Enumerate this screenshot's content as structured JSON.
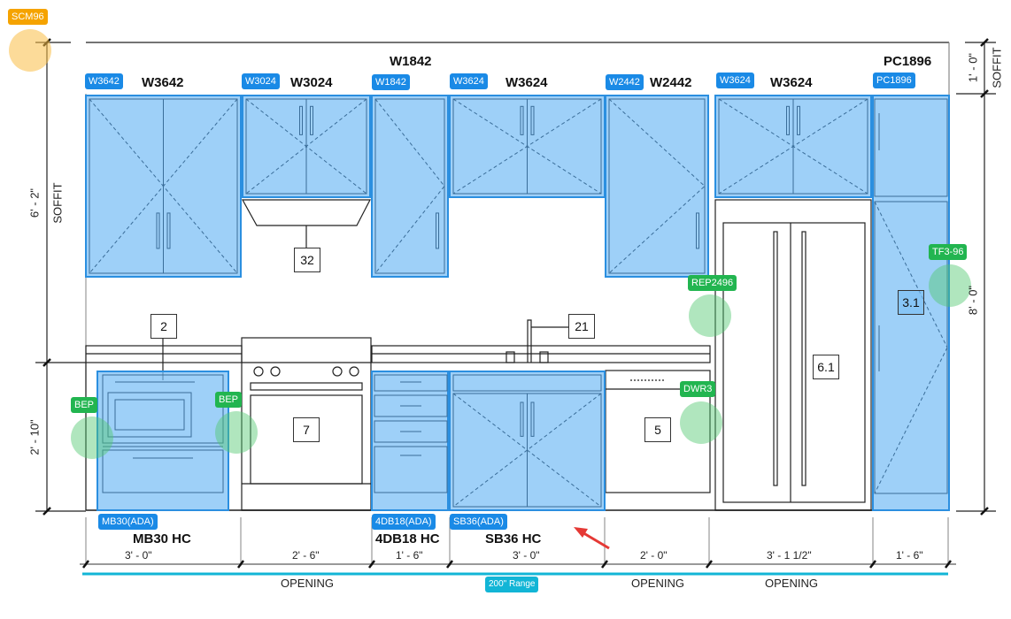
{
  "dimensions_left": {
    "upper": "6' - 2\"",
    "upper_note": "SOFFIT",
    "lower": "2' - 10\""
  },
  "dimensions_right": {
    "soffit": "1' - 0\"",
    "soffit_note": "SOFFIT",
    "height": "8' - 0\""
  },
  "wall_cabinets": [
    {
      "title": "W3642",
      "tag": "W3642"
    },
    {
      "title": "W3024",
      "tag": "W3024"
    },
    {
      "title": "W1842",
      "tag": "W1842"
    },
    {
      "title": "W3624",
      "tag": "W3624"
    },
    {
      "title": "W2442",
      "tag": "W2442"
    },
    {
      "title": "W3624",
      "tag": "W3624"
    },
    {
      "title": "PC1896",
      "tag": "PC1896"
    }
  ],
  "base_cabinets": [
    {
      "title": "MB30 HC",
      "tag": "MB30(ADA)"
    },
    {
      "title": "4DB18 HC",
      "tag": "4DB18(ADA)"
    },
    {
      "title": "SB36 HC",
      "tag": "SB36(ADA)"
    }
  ],
  "callouts": [
    "2",
    "32",
    "21",
    "7",
    "5",
    "6.1",
    "3.1"
  ],
  "accessory_tags": [
    {
      "label": "SCM96",
      "color": "#f5a300"
    },
    {
      "label": "BEP",
      "color": "#22b550"
    },
    {
      "label": "BEP",
      "color": "#22b550"
    },
    {
      "label": "REP2496",
      "color": "#22b550"
    },
    {
      "label": "DWR3",
      "color": "#22b550"
    },
    {
      "label": "TF3-96",
      "color": "#22b550"
    }
  ],
  "bottom_dimensions": [
    "3' - 0\"",
    "2' - 6\"",
    "1' - 6\"",
    "3' - 0\"",
    "2' - 0\"",
    "3' - 1 1/2\"",
    "1' - 6\""
  ],
  "openings": [
    "OPENING",
    "OPENING",
    "OPENING"
  ],
  "range_label": "200\" Range"
}
